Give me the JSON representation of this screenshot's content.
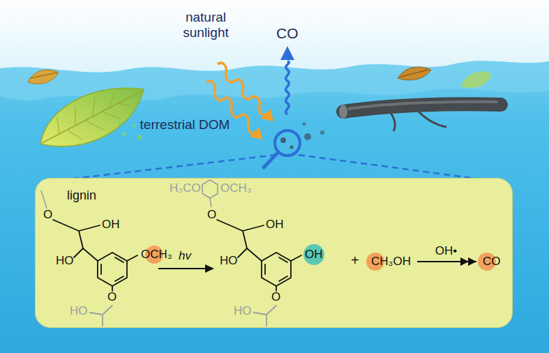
{
  "diagram": {
    "nodes": [
      {
        "text": [
          "lignin"
        ]
      },
      {
        "text": [
          "OCH₃"
        ],
        "in": 0
      },
      {
        "text": [
          "OH"
        ],
        "in": 0
      },
      {
        "text": [
          "CH₃OH"
        ],
        "in": 0
      },
      {
        "text": [
          "CO"
        ],
        "in": 0
      }
    ],
    "edges": [
      {
        "from": 3,
        "to": 4,
        "arrow": "to",
        "label": "OH•"
      }
    ],
    "labels": [
      "natural sunlight",
      "terrestrial DOM",
      "CO",
      "O",
      "OH",
      "HO",
      "O",
      "HO",
      "hv",
      "H₃CO",
      "OCH₃",
      "O",
      "OH",
      "HO",
      "O",
      "HO",
      "+"
    ]
  }
}
